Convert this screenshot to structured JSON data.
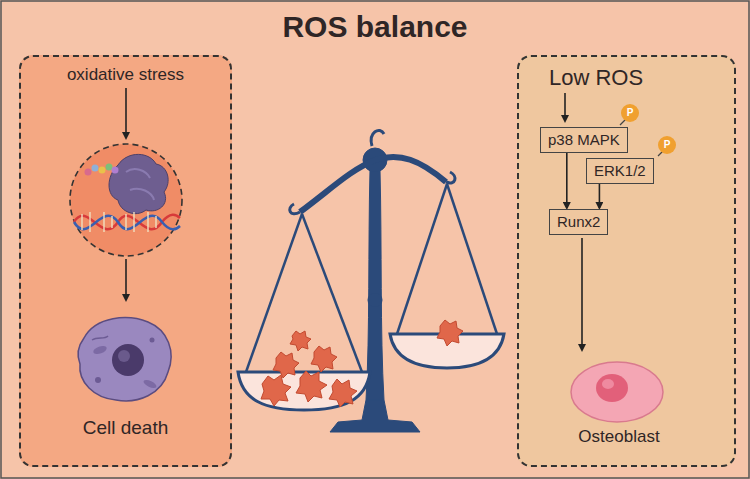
{
  "diagram": {
    "title": "ROS balance",
    "nodes": [
      {
        "text": [
          "oxidative stress",
          "Cell death"
        ]
      },
      {
        "text": [
          "Low ROS",
          "Osteoblast"
        ]
      },
      {
        "text": [
          "p38 MAPK"
        ],
        "in": 1
      },
      {
        "text": [
          "ERK1/2"
        ],
        "in": 1
      },
      {
        "text": [
          "Runx2"
        ],
        "in": 1
      }
    ],
    "edges": [
      {
        "from": 2,
        "to": 4,
        "arrow": "to"
      },
      {
        "from": 3,
        "to": 4,
        "arrow": "to"
      }
    ],
    "labels": [
      "P",
      "P"
    ]
  }
}
